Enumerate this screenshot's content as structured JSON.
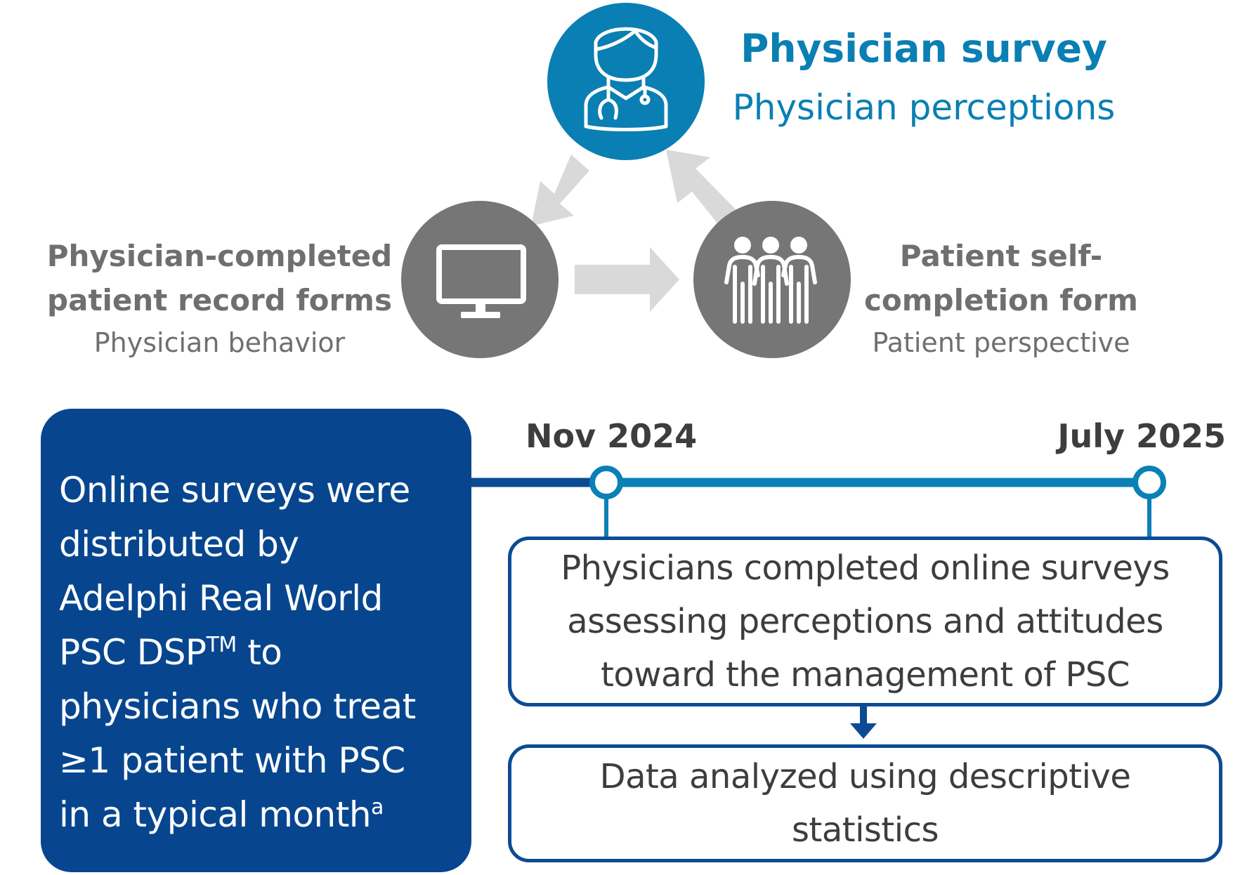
{
  "top_node": {
    "title": "Physician survey",
    "subtitle": "Physician perceptions",
    "icon": "physician-icon"
  },
  "left_node": {
    "title_line1": "Physician-completed",
    "title_line2": "patient record forms",
    "subtitle": "Physician behavior",
    "icon": "computer-monitor-icon"
  },
  "right_node": {
    "title_line1": "Patient self-",
    "title_line2": "completion form",
    "subtitle": "Patient perspective",
    "icon": "patients-group-icon"
  },
  "info_box": {
    "line1": "Online surveys were",
    "line2": "distributed by",
    "line3": "Adelphi Real World",
    "line4_main": "PSC DSP",
    "line4_sup": "TM",
    "line4_end": " to",
    "line5": "physicians who treat",
    "line6": "≥1 patient with PSC",
    "line7_main": "in a typical month",
    "line7_sup": "a"
  },
  "timeline": {
    "start_label": "Nov 2024",
    "end_label": "July 2025"
  },
  "process_boxes": {
    "box1": "Physicians completed online surveys\nassessing perceptions and attitudes\ntoward the management of PSC",
    "box2": "Data analyzed using descriptive\nstatistics"
  },
  "colors": {
    "primary_blue": "#0a7fb3",
    "dark_blue": "#07468f",
    "gray_circle": "#767676",
    "gray_text": "#6f6f6f",
    "arrow_gray": "#d9d9d9",
    "timeline_blue": "#0a80b6"
  }
}
